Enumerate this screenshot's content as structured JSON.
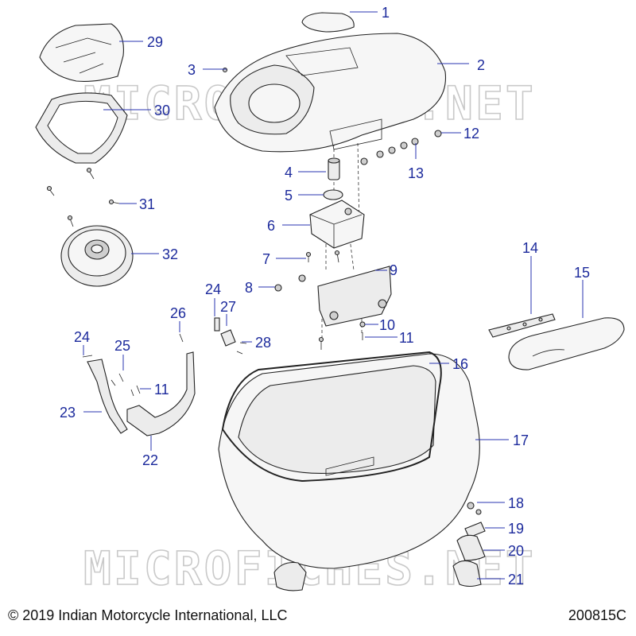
{
  "watermark": "MICROFICHES.NET",
  "copyright": "© 2019 Indian Motorcycle International, LLC",
  "diagram_id": "200815C",
  "callouts": {
    "c1": "1",
    "c2": "2",
    "c3": "3",
    "c4": "4",
    "c5": "5",
    "c6": "6",
    "c7": "7",
    "c8": "8",
    "c9": "9",
    "c10": "10",
    "c11a": "11",
    "c11b": "11",
    "c12": "12",
    "c13": "13",
    "c14": "14",
    "c15": "15",
    "c16": "16",
    "c17": "17",
    "c18": "18",
    "c19": "19",
    "c20": "20",
    "c21": "21",
    "c22": "22",
    "c23": "23",
    "c24a": "24",
    "c24b": "24",
    "c25": "25",
    "c26": "26",
    "c27": "27",
    "c28": "28",
    "c29": "29",
    "c30": "30",
    "c31": "31",
    "c32": "32"
  }
}
